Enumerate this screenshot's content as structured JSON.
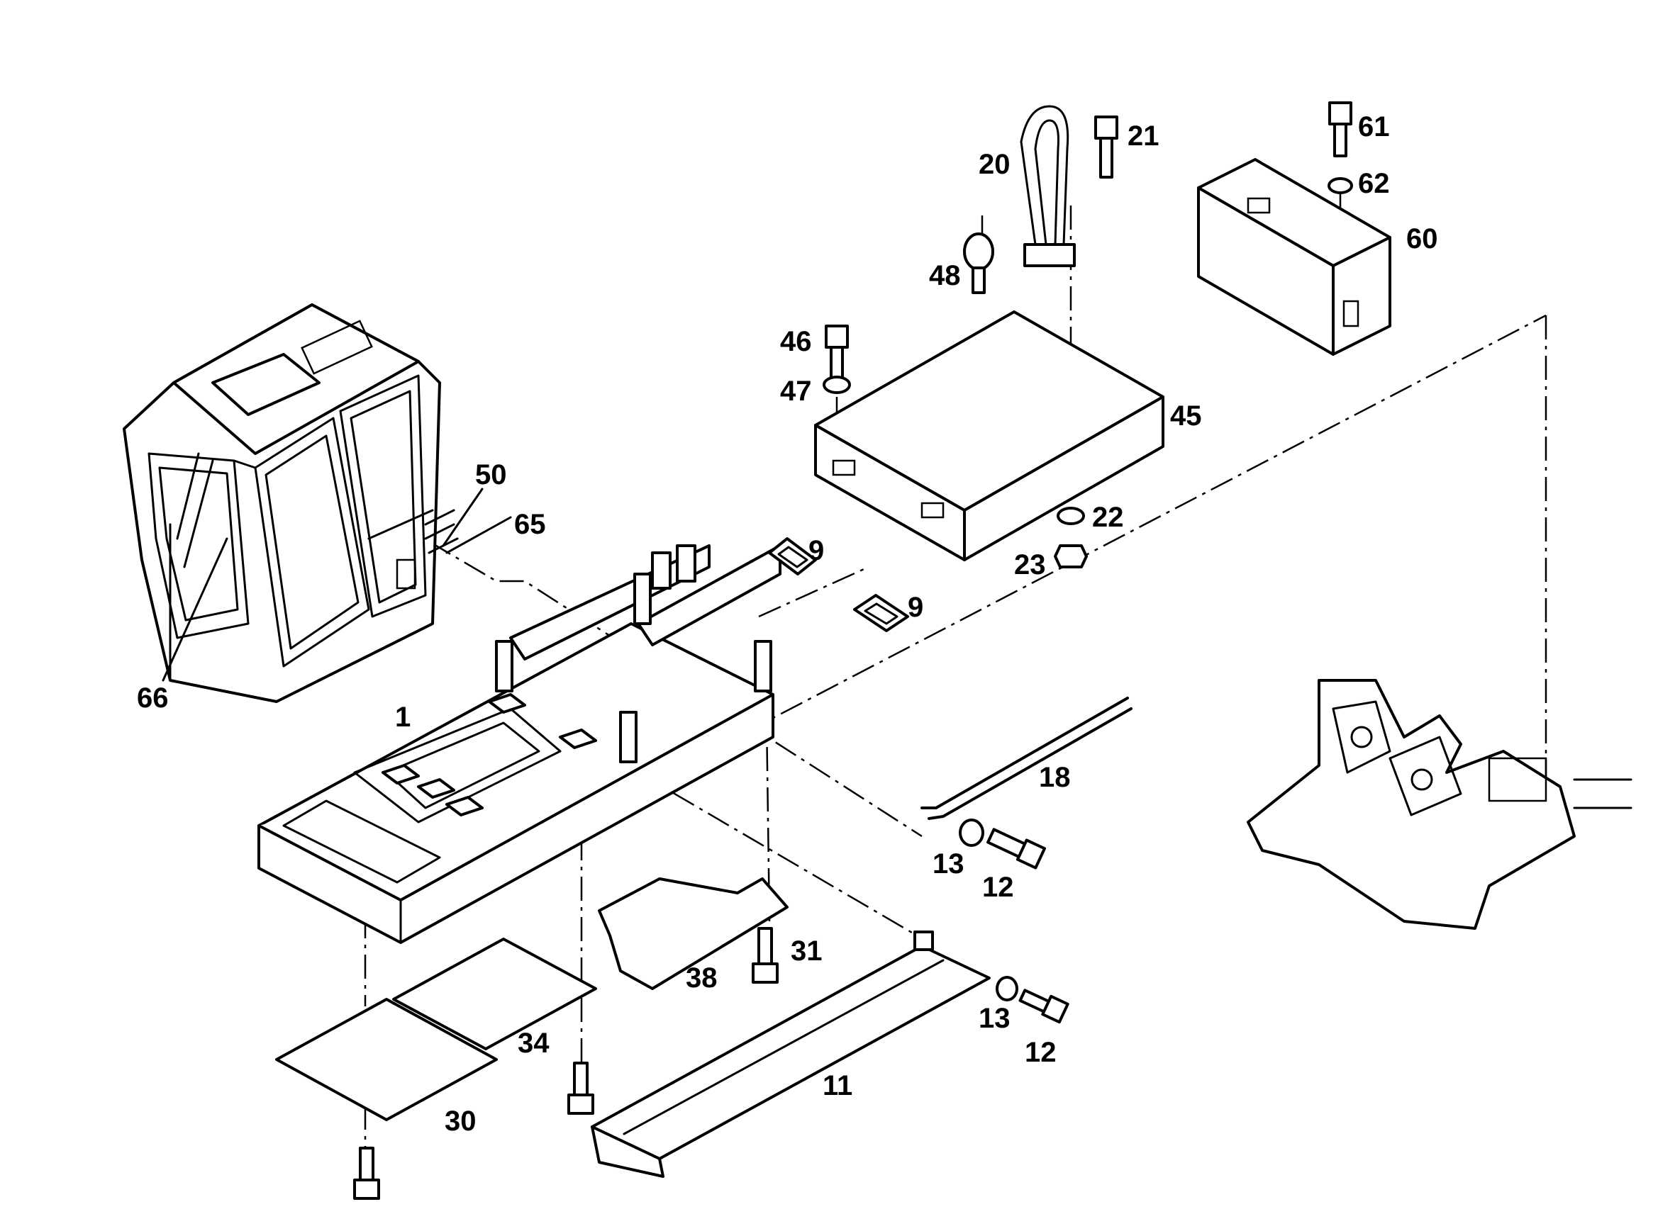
{
  "callouts": [
    {
      "id": "1",
      "text": "1"
    },
    {
      "id": "9a",
      "text": "9"
    },
    {
      "id": "9b",
      "text": "9"
    },
    {
      "id": "11",
      "text": "11"
    },
    {
      "id": "12a",
      "text": "12"
    },
    {
      "id": "12b",
      "text": "12"
    },
    {
      "id": "13a",
      "text": "13"
    },
    {
      "id": "13b",
      "text": "13"
    },
    {
      "id": "18",
      "text": "18"
    },
    {
      "id": "20",
      "text": "20"
    },
    {
      "id": "21",
      "text": "21"
    },
    {
      "id": "22",
      "text": "22"
    },
    {
      "id": "23",
      "text": "23"
    },
    {
      "id": "30",
      "text": "30"
    },
    {
      "id": "31",
      "text": "31"
    },
    {
      "id": "34",
      "text": "34"
    },
    {
      "id": "38",
      "text": "38"
    },
    {
      "id": "45",
      "text": "45"
    },
    {
      "id": "46",
      "text": "46"
    },
    {
      "id": "47",
      "text": "47"
    },
    {
      "id": "48",
      "text": "48"
    },
    {
      "id": "50",
      "text": "50"
    },
    {
      "id": "60",
      "text": "60"
    },
    {
      "id": "61",
      "text": "61"
    },
    {
      "id": "62",
      "text": "62"
    },
    {
      "id": "65",
      "text": "65"
    },
    {
      "id": "66",
      "text": "66"
    }
  ]
}
